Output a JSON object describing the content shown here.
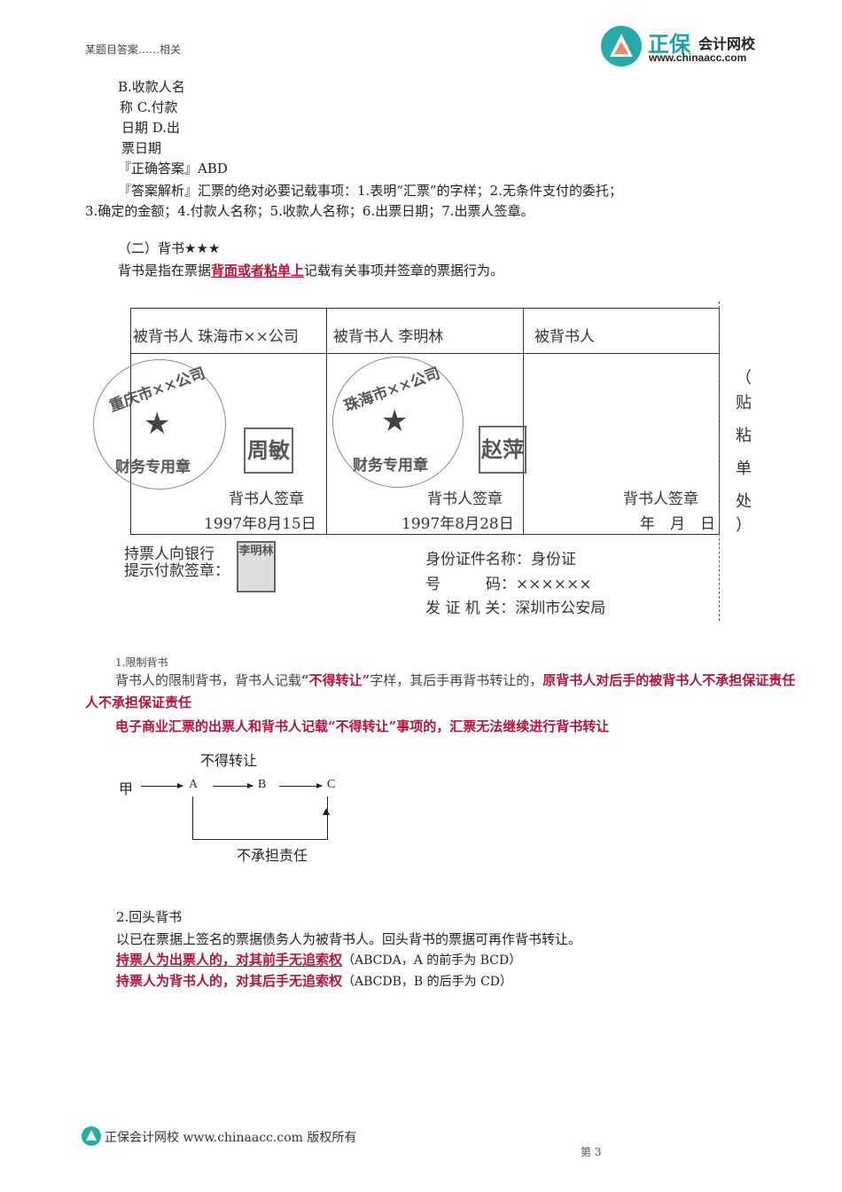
{
  "header": {
    "brand_name_big": "正保",
    "brand_name_small": "会计网校",
    "brand_url": "www.chinaacc.com",
    "clipped_top_line": "某题目答案……相关"
  },
  "question": {
    "options": [
      "B.收款人名",
      "称 C.付款",
      "日期 D.出",
      "票日期"
    ],
    "answer_label": "『正确答案』ABD",
    "analysis_line1": "『答案解析』汇票的绝对必要记载事项：1.表明“汇票”的字样；2.无条件支付的委托；",
    "analysis_line2": "3.确定的金额；4.付款人名称；5.收款人名称；6.出票日期；7.出票人签章。"
  },
  "section": {
    "heading": "（二）背书★★★",
    "def_prefix": "背书是指在票据",
    "def_highlight": "背面或者粘单上",
    "def_suffix": "记载有关事项并签章的票据行为。"
  },
  "endorsement_table": {
    "columns": [
      {
        "header": "被背书人 珠海市××公司",
        "sign_label": "背书人签章",
        "date": "1997年8月15日",
        "stamp_round": {
          "top": "重庆市××公司",
          "bottom": "财务专用章"
        },
        "stamp_square": "周敏"
      },
      {
        "header": "被背书人 李明林",
        "sign_label": "背书人签章",
        "date": "1997年8月28日",
        "stamp_round": {
          "top": "珠海市××公司",
          "bottom": "财务专用章"
        },
        "stamp_square": "赵萍"
      },
      {
        "header": "被背书人",
        "sign_label": "背书人签章",
        "date": "年　月　日"
      }
    ],
    "side_note": [
      "（",
      "贴",
      "粘",
      "单",
      "处",
      "）"
    ],
    "holder_label_1": "持票人向银行",
    "holder_label_2": "提示付款签章：",
    "holder_stamp": "李明林",
    "id_name": "身份证件名称：身份证",
    "id_number": "号　　　码：××××××",
    "id_issuer": "发 证 机 关：深圳市公安局"
  },
  "restricted": {
    "title": "1.限制背书",
    "para1_normal": "背书人的限制背书，背书人记载",
    "para1_quote": "“不得转让”",
    "para1_mid": "字样，其后手再背书转让的，",
    "para1_red": "原背书人对后手的被背书人不承担保证责任",
    "para2_red": "电子商业汇票的出票人和背书人记载“不得转让”事项的，汇票无法继续进行背书转让"
  },
  "diagram": {
    "label_top": "不得转让",
    "label_bottom": "不承担责任",
    "nodes": [
      "甲",
      "A",
      "B",
      "C"
    ]
  },
  "return_endorsement": {
    "title": "2.回头背书",
    "desc": "以已在票据上签名的票据债务人为被背书人。回头背书的票据可再作背书转让。",
    "rule1_red": "持票人为出票人的，对其前手无追索权",
    "rule1_note": "（ABCDA，A 的前手为 BCD）",
    "rule2_red": "持票人为背书人的，对其后手无追索权",
    "rule2_note": "（ABCDB，B 的后手为 CD）"
  },
  "footer": {
    "text": "正保会计网校 www.chinaacc.com 版权所有",
    "page": "第 3"
  },
  "colors": {
    "accent_red": "#b0143c",
    "brand_teal": "#1ba1b5"
  }
}
